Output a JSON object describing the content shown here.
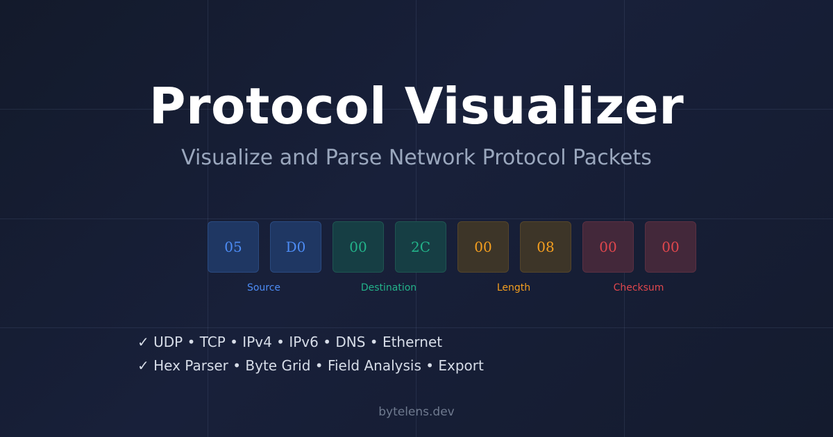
{
  "header": {
    "title": "Protocol Visualizer",
    "subtitle": "Visualize and Parse Network Protocol Packets"
  },
  "packet": {
    "bytes": [
      "05",
      "D0",
      "00",
      "2C",
      "00",
      "08",
      "00",
      "00"
    ],
    "fields": [
      "Source",
      "Destination",
      "Length",
      "Checksum"
    ]
  },
  "features": [
    "✓ UDP • TCP • IPv4 • IPv6 • DNS • Ethernet",
    "✓ Hex Parser • Byte Grid • Field Analysis • Export"
  ],
  "footer": {
    "site": "bytelens.dev"
  },
  "colors": {
    "source": "#4d8cf5",
    "destination": "#23b38a",
    "length": "#f59f1f",
    "checksum": "#e0474d",
    "background": "#161d31"
  }
}
